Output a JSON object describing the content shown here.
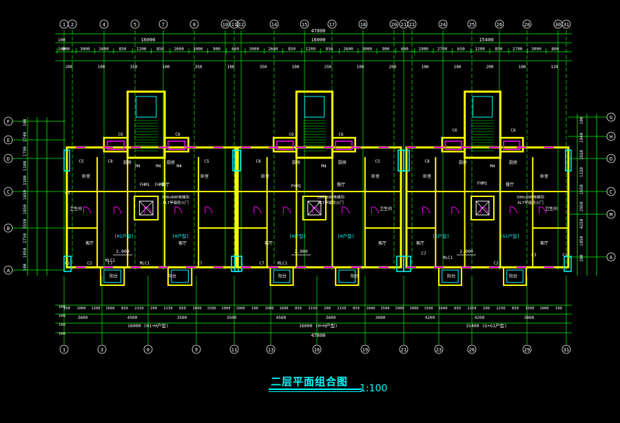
{
  "title": "二层平面组合图",
  "scale": "1:100",
  "colors": {
    "background": "#000000",
    "axis": "#00ff00",
    "axis_circle": "#ffffff",
    "wall": "#ffff00",
    "window": "#00ffff",
    "door": "#ff00ff",
    "dimension": "#00ff00",
    "dim_text": "#ffffff",
    "room_text": "#ff00ff",
    "stair": "#00ff00",
    "title": "#00ffff"
  },
  "top_axes": [
    "1",
    "2",
    "4",
    "5",
    "7",
    "8",
    "10",
    "11",
    "12",
    "14",
    "15",
    "17",
    "18",
    "20",
    "21",
    "22",
    "24",
    "25",
    "26",
    "28",
    "30",
    "31"
  ],
  "bottom_axes": [
    "1",
    "3",
    "6",
    "9",
    "11",
    "13",
    "16",
    "19",
    "21",
    "23",
    "26",
    "29",
    "31"
  ],
  "left_axes": [
    "F",
    "E",
    "D",
    "C",
    "B",
    "A"
  ],
  "right_axes": [
    "G",
    "H",
    "D",
    "C",
    "M",
    "A"
  ],
  "dims": {
    "top_overall": "47800",
    "top_units": [
      "16000",
      "16000",
      "15400"
    ],
    "top_bays": [
      "800",
      "3000",
      "2600",
      "850",
      "1200",
      "850",
      "2600",
      "3000",
      "900",
      "600",
      "3000",
      "2600",
      "850",
      "1200",
      "850",
      "2600",
      "3000",
      "900",
      "600",
      "2900",
      "2700",
      "650",
      "1200",
      "850",
      "2700",
      "3000",
      "800"
    ],
    "top_small": [
      "200",
      "100",
      "350",
      "100",
      "350",
      "100",
      "350",
      "100",
      "250",
      "100",
      "200",
      "100",
      "100",
      "200",
      "100",
      "120"
    ],
    "bottom_overall": "47800",
    "bottom_units": [
      "16000 (H1+H户型)",
      "16000 (H+H户型)",
      "15400 (G+G1户型)"
    ],
    "bottom_bays": [
      "3600",
      "4500",
      "3500",
      "3500",
      "4500",
      "3600",
      "3600",
      "4200",
      "4200",
      "3800"
    ],
    "bottom_small": [
      "100",
      "1000",
      "1200",
      "1600",
      "850",
      "2150",
      "200",
      "2150",
      "850",
      "1600",
      "1500",
      "1000",
      "1000",
      "100",
      "1000",
      "1600",
      "850",
      "2150",
      "200",
      "2150",
      "850",
      "1600",
      "1500",
      "1000",
      "1000",
      "1500",
      "1600",
      "850",
      "2250",
      "200",
      "2250",
      "850",
      "1500",
      "1000",
      "100"
    ],
    "left_dims": [
      "100",
      "1740",
      "1790",
      "1100",
      "3100",
      "1650",
      "1650",
      "3550",
      "2750",
      "1050",
      "100"
    ],
    "right_dims": [
      "100",
      "1940",
      "1650",
      "1150",
      "1650",
      "2950",
      "4250",
      "1050",
      "100"
    ]
  },
  "unit_labels": [
    "[H1户型]",
    "[H户型]",
    "[H户型]",
    "[H户型]",
    "[G户型]",
    "[G1户型]"
  ],
  "elevation_marks": [
    "2.900",
    "2.900",
    "2.900"
  ],
  "room_labels": {
    "living": "客厅",
    "bedroom": "卧室",
    "kitchen": "厨房",
    "toilet": "卫生间",
    "balcony": "阳台",
    "dining": "餐厅"
  },
  "door_window_tags": [
    "C6",
    "C6",
    "C8",
    "C5",
    "C5",
    "M4",
    "M4",
    "M4",
    "FHM1",
    "FHM1",
    "C7",
    "C7",
    "MLC1",
    "MLC1",
    "C2",
    "C1",
    "C3",
    "C6",
    "C6",
    "C8",
    "C5",
    "M4",
    "FHM1",
    "C7",
    "MLC1",
    "C6",
    "C6",
    "C8",
    "M4",
    "FHM1",
    "C7",
    "MLC1",
    "C3",
    "C1",
    "C2"
  ],
  "elevator_notes": [
    "500x800电梯间",
    "ALT甲级防火门"
  ]
}
